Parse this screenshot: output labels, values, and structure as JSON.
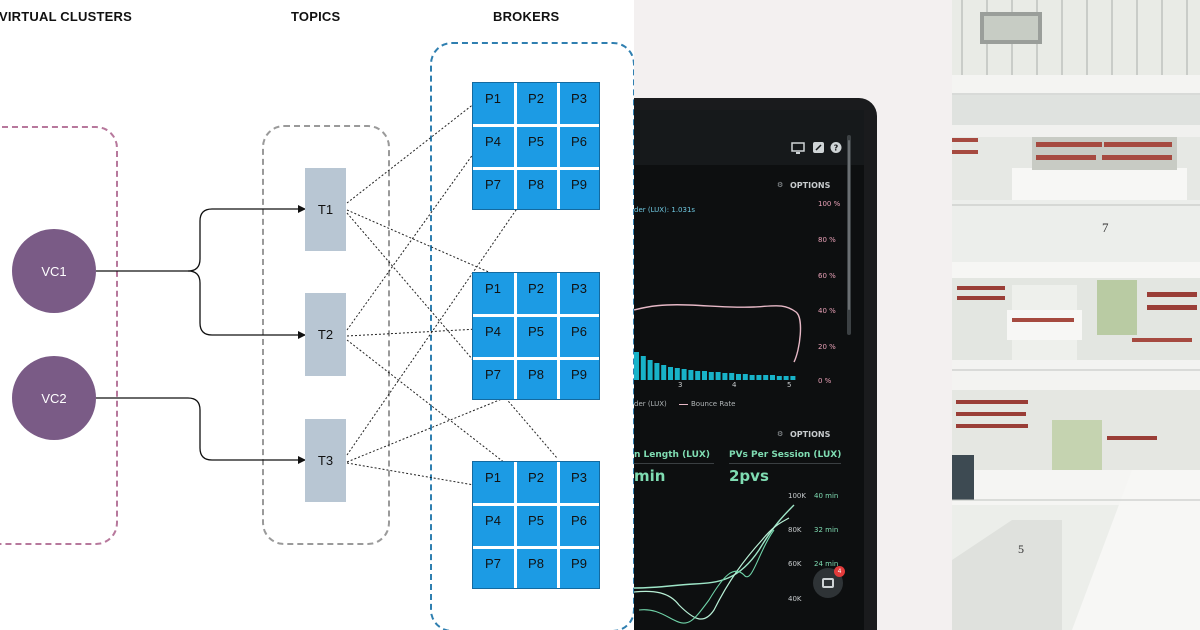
{
  "diagram": {
    "headers": {
      "virtual_clusters": "VIRTUAL CLUSTERS",
      "topics": "TOPICS",
      "brokers": "BROKERS"
    },
    "virtual_clusters": [
      "VC1",
      "VC2"
    ],
    "topics": [
      "T1",
      "T2",
      "T3"
    ],
    "brokers": [
      {
        "partitions": [
          "P1",
          "P2",
          "P3",
          "P4",
          "P5",
          "P6",
          "P7",
          "P8",
          "P9"
        ]
      },
      {
        "partitions": [
          "P1",
          "P2",
          "P3",
          "P4",
          "P5",
          "P6",
          "P7",
          "P8",
          "P9"
        ]
      },
      {
        "partitions": [
          "P1",
          "P2",
          "P3",
          "P4",
          "P5",
          "P6",
          "P7",
          "P8",
          "P9"
        ]
      }
    ],
    "colors": {
      "virtual_cluster_fill": "#7a5b86",
      "virtual_cluster_border": "#b7789c",
      "topic_fill": "#b8c6d3",
      "topic_border": "#9a9a9a",
      "broker_fill": "#1c9be4",
      "broker_border": "#2f7fb0"
    }
  },
  "dashboard_photo": {
    "options_top": "OPTIONS",
    "chart_label": "der (LUX): 1.031s",
    "y_axis_ticks": [
      "100 %",
      "80 %",
      "60 %",
      "40 %",
      "20 %",
      "0 %"
    ],
    "x_axis_ticks": [
      "3",
      "4",
      "5"
    ],
    "legend_left": "der (LUX)",
    "legend_right": "Bounce Rate",
    "options_bottom": "OPTIONS",
    "metric_left_label": "n Length (LUX)",
    "metric_left_value": "min",
    "metric_right_label": "PVs Per Session (LUX)",
    "metric_right_value": "2pvs",
    "left_axis_ticks": [
      "100K",
      "80K",
      "60K",
      "40K"
    ],
    "right_axis_ticks": [
      "40 min",
      "32 min",
      "24 min"
    ],
    "notification_count": "4"
  },
  "library_photo": {
    "floor_numbers": [
      "7",
      "5"
    ]
  }
}
